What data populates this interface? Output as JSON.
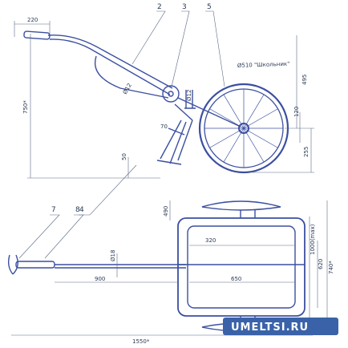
{
  "callouts": [
    "2",
    "3",
    "5",
    "4",
    "7",
    "8"
  ],
  "wheel_label": "Ø510 \"Школьник\"",
  "side_view_dims": {
    "handle_length": "220",
    "total_height": "750*",
    "height_495": "495",
    "height_255": "255",
    "hub_120": "120",
    "tube_12_a": "Ø12",
    "tube_12_b": "Ø12",
    "angle_70": "70",
    "stand_50": "50"
  },
  "top_view_dims": {
    "dim_490": "490",
    "dim_320": "320",
    "dim_650": "650",
    "dim_900": "900",
    "dim_18": "Ø18",
    "dim_1550": "1550*",
    "dim_740": "740*",
    "dim_620": "620",
    "dim_1000": "1000(max)"
  },
  "watermark": "UMELTSI.RU",
  "colors": {
    "frame": "#3b4fa0",
    "dimension_line": "#5a6a86",
    "text": "#2a3a55",
    "brand": "#3a62a8"
  }
}
